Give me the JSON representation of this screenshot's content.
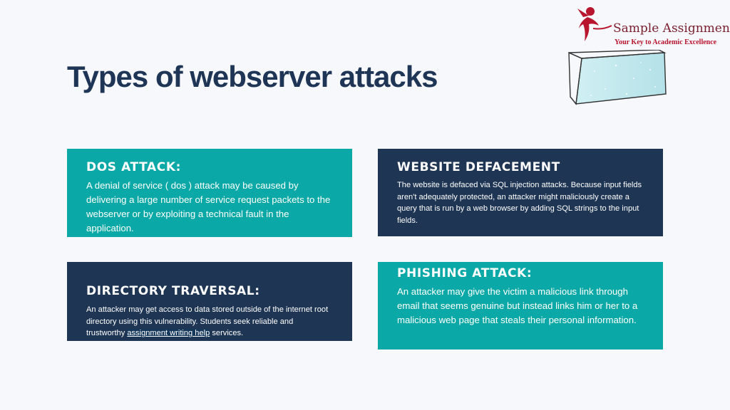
{
  "logo": {
    "name": "Sample Assignment",
    "tagline": "Your Key to Academic Excellence",
    "colors": {
      "name": "#7a2030",
      "tagline": "#b8152e",
      "mark": "#b8152e"
    }
  },
  "title": "Types of webserver attacks",
  "cards": {
    "dos": {
      "heading": "DOS ATTACK:",
      "body": "A denial of service ( dos ) attack may be caused by delivering a large number of service request packets to the webserver or by exploiting a technical fault in the application."
    },
    "defacement": {
      "heading": "WEBSITE DEFACEMENT",
      "body": "The website is defaced via SQL injection attacks. Because input fields aren't adequately protected, an attacker might maliciously create a query that is run by a web browser by adding SQL strings to the input fields."
    },
    "traversal": {
      "heading": "DIRECTORY TRAVERSAL:",
      "body_before": "An attacker may get access to data stored outside of the internet root directory using this vulnerability. Students seek reliable and trustworthy ",
      "link": "assignment writing help",
      "body_after": " services."
    },
    "phishing": {
      "heading": "PHISHING ATTACK:",
      "body": "An attacker may give the victim a malicious link through email that seems genuine but instead links him or her to a malicious web page that steals their personal information."
    }
  },
  "colors": {
    "teal": "#0aa8a6",
    "navy": "#1e3553",
    "title": "#1f3556",
    "background": "#f7f8fb"
  },
  "icons": [
    "sample-assignment-logo-icon",
    "glass-block-icon"
  ]
}
